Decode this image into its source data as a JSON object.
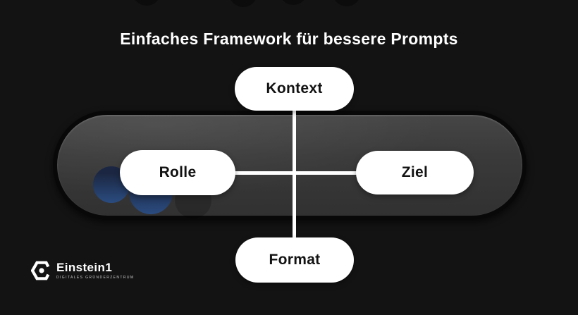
{
  "slide": {
    "title": "Einfaches Framework für bessere Prompts"
  },
  "diagram": {
    "type": "cross-framework",
    "nodes": {
      "top": {
        "label": "Kontext"
      },
      "left": {
        "label": "Rolle"
      },
      "right": {
        "label": "Ziel"
      },
      "bottom": {
        "label": "Format"
      }
    }
  },
  "logo": {
    "name": "Einstein1",
    "tagline": "DIGITALES GRÜNDERZENTRUM"
  },
  "colors": {
    "background": "#131313",
    "title_text": "#ffffff",
    "capsule_fill_top": "#464646",
    "capsule_fill_bottom": "#313131",
    "capsule_border": "#080808",
    "node_fill": "#ffffff",
    "node_text": "#121212",
    "connector": "#ffffff",
    "accent_circle_dark": "#1b2742",
    "accent_circle_bright": "#2b4c80"
  }
}
